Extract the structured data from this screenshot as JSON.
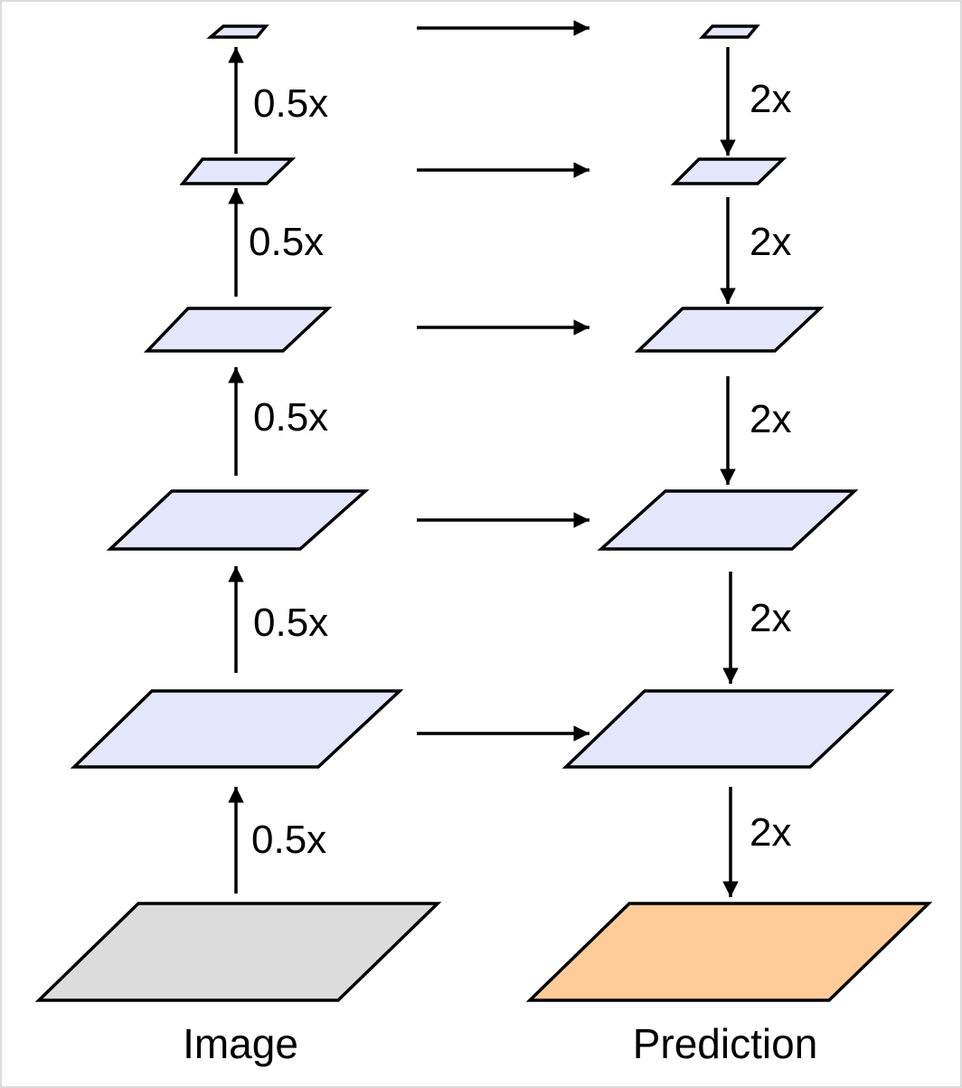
{
  "colors": {
    "feature_fill": "#e4e6fb",
    "image_fill": "#dcdcdc",
    "prediction_fill": "#ffcc99",
    "stroke": "#000000"
  },
  "encoder": {
    "caption": "Image",
    "scale_labels": [
      "0.5x",
      "0.5x",
      "0.5x",
      "0.5x",
      "0.5x"
    ]
  },
  "decoder": {
    "caption": "Prediction",
    "scale_labels": [
      "2x",
      "2x",
      "2x",
      "2x",
      "2x"
    ]
  }
}
